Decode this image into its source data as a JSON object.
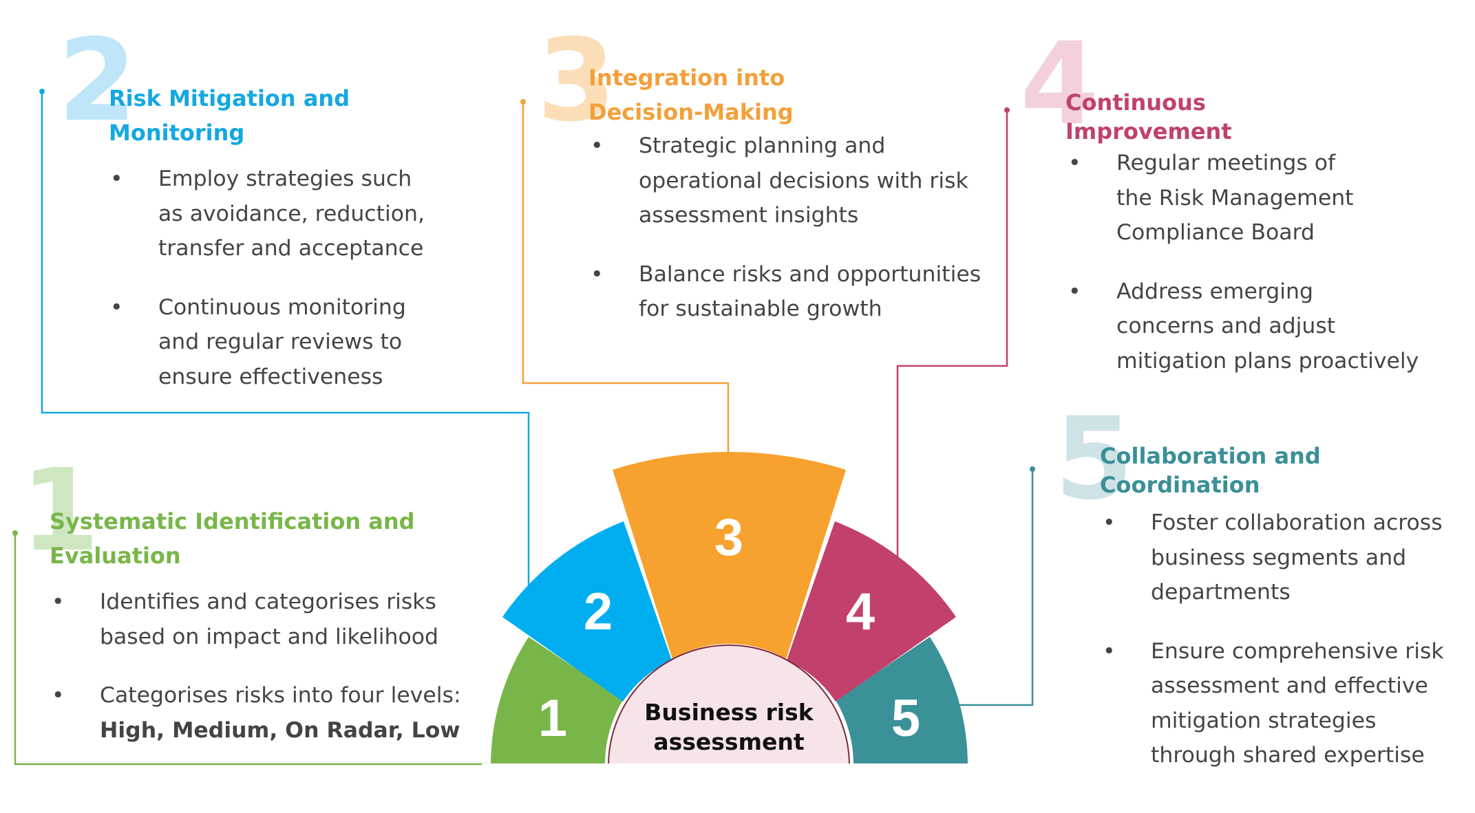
{
  "center": {
    "line1": "Business risk",
    "line2": "assessment"
  },
  "segments": [
    {
      "number": "1",
      "color": "#79b64a"
    },
    {
      "number": "2",
      "color": "#00aeef"
    },
    {
      "number": "3",
      "color": "#f7a12e"
    },
    {
      "number": "4",
      "color": "#c2406c"
    },
    {
      "number": "5",
      "color": "#3a9198"
    }
  ],
  "sections": {
    "s1": {
      "number": "1",
      "title_line1": "Systematic Identification and",
      "title_line2": "Evaluation",
      "bullets": [
        {
          "lines": [
            "Identifies and categorises risks",
            "based on impact and likelihood"
          ]
        },
        {
          "lines": [
            "Categorises risks into four levels:"
          ],
          "bold_line": "High, Medium, On Radar, Low"
        }
      ]
    },
    "s2": {
      "number": "2",
      "title_line1": "Risk Mitigation and",
      "title_line2": "Monitoring",
      "bullets": [
        {
          "lines": [
            "Employ strategies such",
            "as avoidance, reduction,",
            "transfer and acceptance"
          ]
        },
        {
          "lines": [
            "Continuous monitoring",
            "and regular reviews to",
            "ensure effectiveness"
          ]
        }
      ]
    },
    "s3": {
      "number": "3",
      "title_line1": "Integration into",
      "title_line2": "Decision-Making",
      "bullets": [
        {
          "lines": [
            "Strategic planning and",
            "operational decisions with risk",
            "assessment insights"
          ]
        },
        {
          "lines": [
            "Balance risks and opportunities",
            "for sustainable growth"
          ]
        }
      ]
    },
    "s4": {
      "number": "4",
      "title_line1": "Continuous",
      "title_line2": "Improvement",
      "bullets": [
        {
          "lines": [
            "Regular meetings of",
            "the Risk Management",
            "Compliance Board"
          ]
        },
        {
          "lines": [
            "Address emerging",
            "concerns and adjust",
            "mitigation plans proactively"
          ]
        }
      ]
    },
    "s5": {
      "number": "5",
      "title_line1": "Collaboration and",
      "title_line2": "Coordination",
      "bullets": [
        {
          "lines": [
            "Foster collaboration across",
            "business segments and",
            "departments"
          ]
        },
        {
          "lines": [
            "Ensure comprehensive risk",
            "assessment and effective",
            "mitigation strategies",
            "through shared expertise"
          ]
        }
      ]
    }
  }
}
